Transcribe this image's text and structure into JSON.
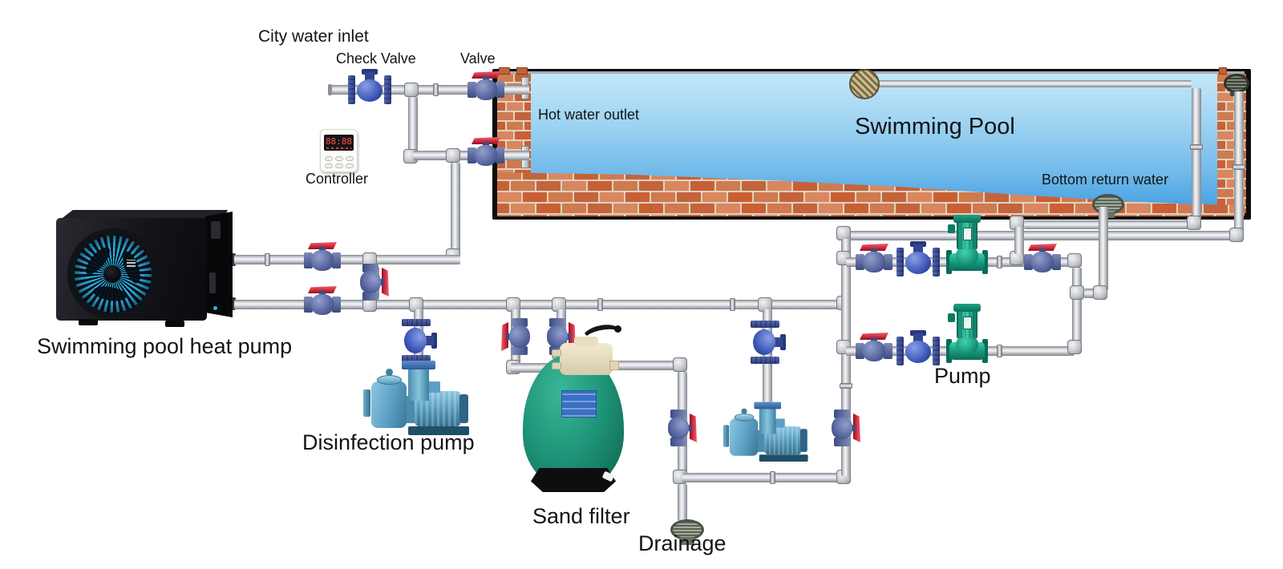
{
  "diagram": {
    "labels": {
      "city_water_inlet": "City water inlet",
      "check_valve": "Check Valve",
      "valve": "Valve",
      "controller": "Controller",
      "hot_water_outlet": "Hot water outlet",
      "swimming_pool": "Swimming Pool",
      "bottom_return_water": "Bottom return water",
      "heat_pump": "Swimming pool heat pump",
      "disinfection_pump": "Disinfection pump",
      "sand_filter": "Sand filter",
      "drainage": "Drainage",
      "pump": "Pump"
    },
    "controller": {
      "display": "88:88"
    },
    "colors": {
      "pipe": "#c9ccd2",
      "valve_handle_red": "#c21f31",
      "valve_body_blue": "#51609a",
      "check_valve_blue": "#3b55b8",
      "inline_pump_green": "#17a68c",
      "centrifugal_pump_blue": "#5b9fc4",
      "filter_tank_green": "#1e9478",
      "pool_water_top": "#c4e7f8",
      "pool_water_bottom": "#429de0",
      "brick_orange": "#c96f45",
      "heat_pump_body": "#131318",
      "fan_glow_blue": "#2db6ea"
    }
  }
}
